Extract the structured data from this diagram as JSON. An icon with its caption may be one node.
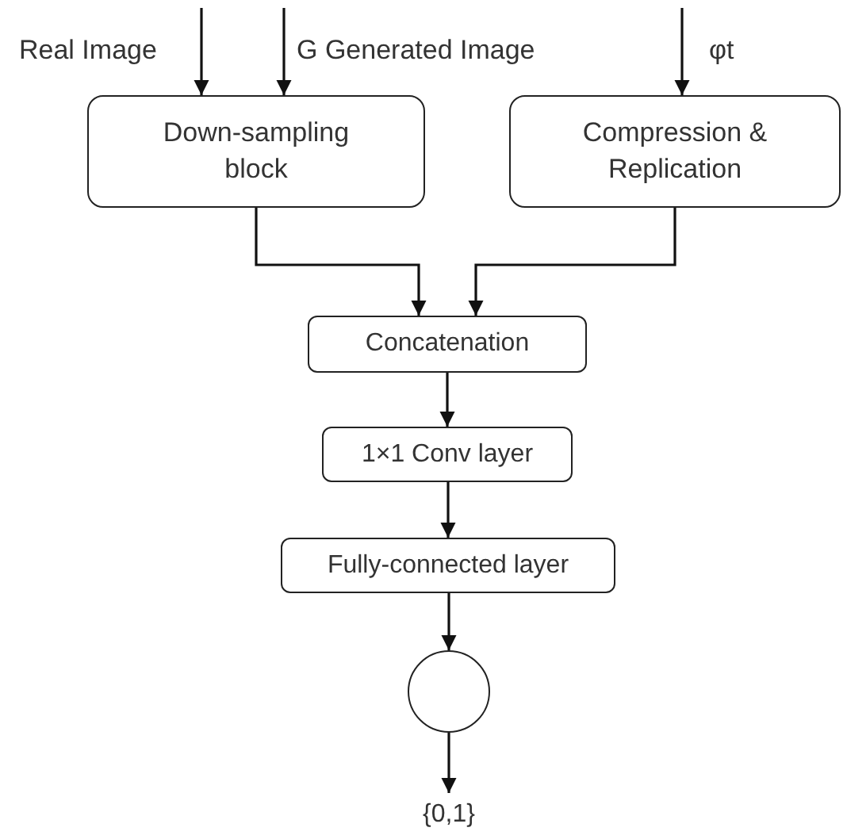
{
  "diagram": {
    "nodes": [
      {
        "text": [
          "Down-sampling block"
        ]
      },
      {
        "text": [
          "Compression & Replication"
        ]
      },
      {
        "text": [
          "Concatenation"
        ]
      },
      {
        "text": [
          "1×1 Conv layer"
        ]
      },
      {
        "text": [
          "Fully-connected layer"
        ]
      },
      {
        "text": [],
        "shape": "circle"
      },
      {
        "text": [
          "{0,1}"
        ]
      }
    ],
    "edges": [
      {
        "from": null,
        "to": 0,
        "arrow": "to",
        "label": "Real Image"
      },
      {
        "from": null,
        "to": 0,
        "arrow": "to",
        "label": "G Generated Image"
      },
      {
        "from": null,
        "to": 1,
        "arrow": "to",
        "label": "φt"
      },
      {
        "from": 0,
        "to": 2,
        "arrow": "to"
      },
      {
        "from": 1,
        "to": 2,
        "arrow": "to"
      },
      {
        "from": 2,
        "to": 3,
        "arrow": "to"
      },
      {
        "from": 3,
        "to": 4,
        "arrow": "to"
      },
      {
        "from": 4,
        "to": 5,
        "arrow": "to"
      },
      {
        "from": 5,
        "to": 6,
        "arrow": "to"
      }
    ]
  }
}
